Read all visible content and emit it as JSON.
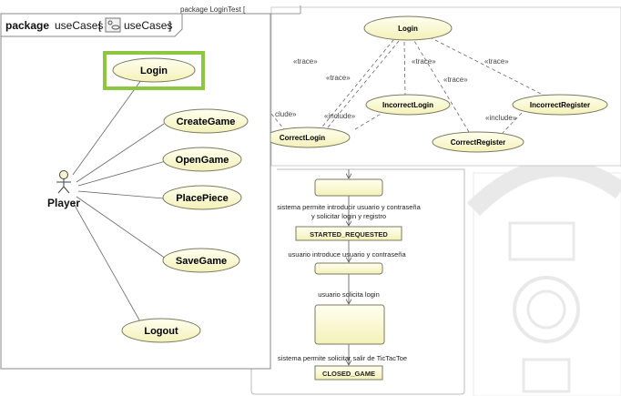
{
  "main_diagram": {
    "frame_keyword": "package",
    "frame_name": "useCases",
    "frame_diagram": "useCases",
    "actor": "Player",
    "use_cases": [
      "Login",
      "CreateGame",
      "OpenGame",
      "PlacePiece",
      "SaveGame",
      "Logout"
    ],
    "highlight_color": "#8dc63f"
  },
  "trace_diagram": {
    "frame_text": "package LoginTest [",
    "frame_diagram": "LoginTest",
    "use_cases": [
      "Login",
      "IncorrectLogin",
      "IncorrectRegister",
      "CorrectLogin",
      "CorrectRegister"
    ],
    "trace_label": "«trace»",
    "include_label": "«include»",
    "include_label_cut": "clude»"
  },
  "state_diagram": {
    "notes": [
      "sistema permite introducir usuario y contraseña",
      "y solicitar login y registro",
      "usuario introduce usuario y contraseña",
      "usuario solicita login",
      "sistema permite solicitar salir de TicTacToe"
    ],
    "states": [
      "STARTED_REQUESTED",
      "CLOSED_GAME"
    ]
  },
  "colors": {
    "usecase_fill": "#fbfad0",
    "stroke": "#7a7a60",
    "frame_border": "#999999"
  }
}
